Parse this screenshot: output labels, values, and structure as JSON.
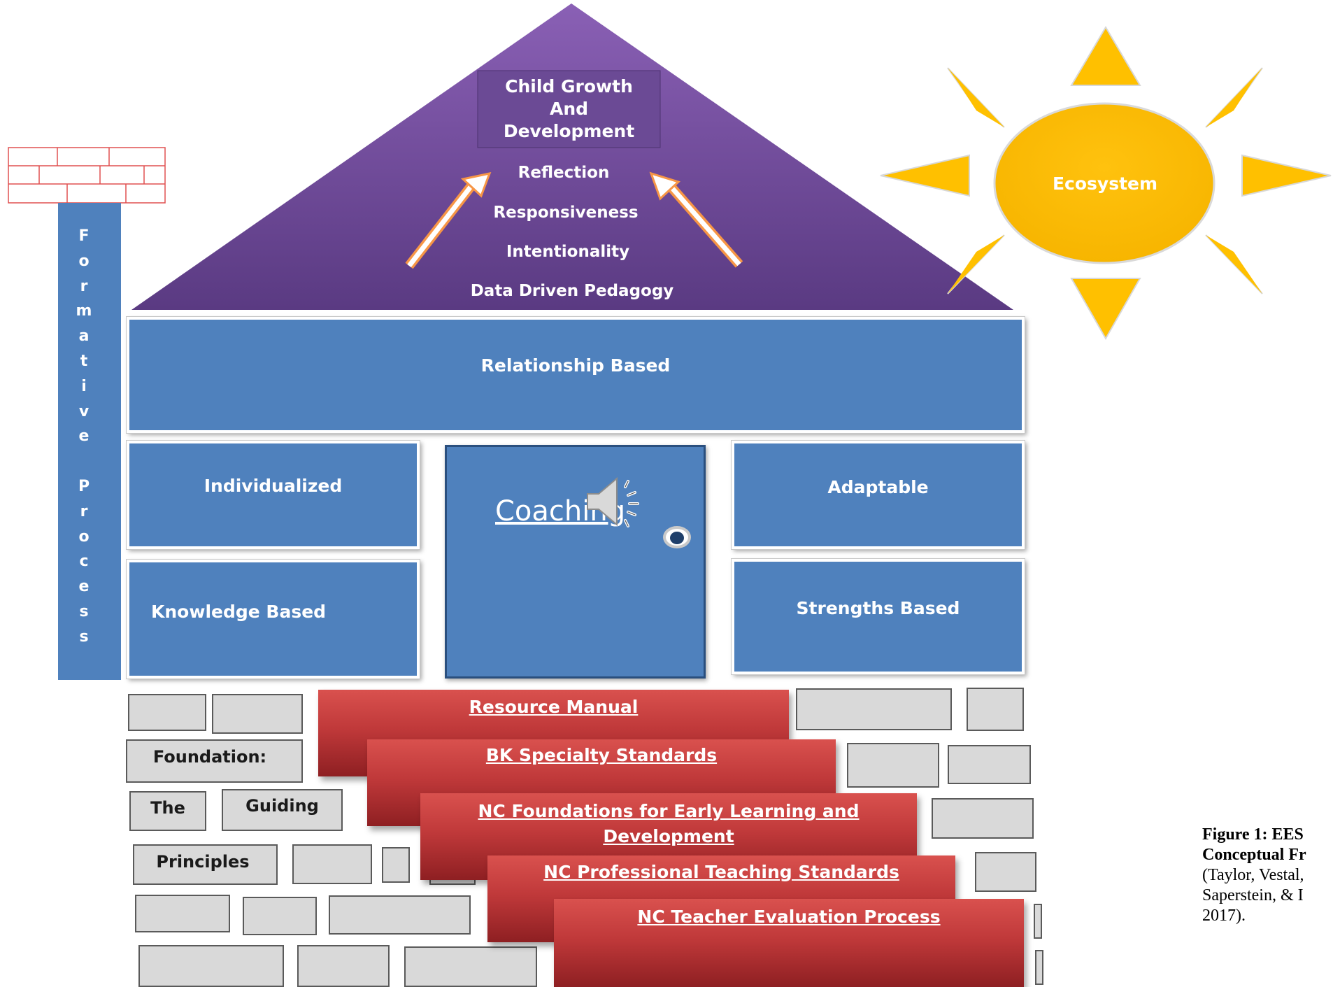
{
  "roof": {
    "peak_box": "Child Growth\nAnd\nDevelopment",
    "items": [
      "Reflection",
      "Responsiveness",
      "Intentionality",
      "Data Driven Pedagogy"
    ]
  },
  "sun": {
    "label": "Ecosystem"
  },
  "chimney": {
    "letters": [
      "F",
      "o",
      "r",
      "m",
      "a",
      "t",
      "i",
      "v",
      "e",
      "",
      "P",
      "r",
      "o",
      "c",
      "e",
      "s",
      "s"
    ]
  },
  "walls": {
    "top": "Relationship Based",
    "left_top": "Individualized",
    "left_bottom": "Knowledge Based",
    "right_top": "Adaptable",
    "right_bottom": "Strengths Based",
    "door": "Coaching"
  },
  "foundation": {
    "stone_labels": [
      "Foundation:",
      "The",
      "Guiding",
      "Principles"
    ],
    "red_bars": [
      "Resource Manual",
      "BK Specialty Standards",
      "NC Foundations for Early Learning and Development",
      "NC Professional Teaching Standards",
      "NC Teacher Evaluation Process"
    ]
  },
  "caption": {
    "title": "Figure 1: EES Conceptual Fr",
    "citation": "(Taylor, Vestal, Saperstein, & I 2017)."
  },
  "colors": {
    "roof": "#5f4088",
    "wall": "#4f81bd",
    "sun": "#ffc000",
    "red": "#c0393a",
    "stone": "#d9d9d9",
    "brick": "#e05050",
    "arrow": "#f79646"
  }
}
